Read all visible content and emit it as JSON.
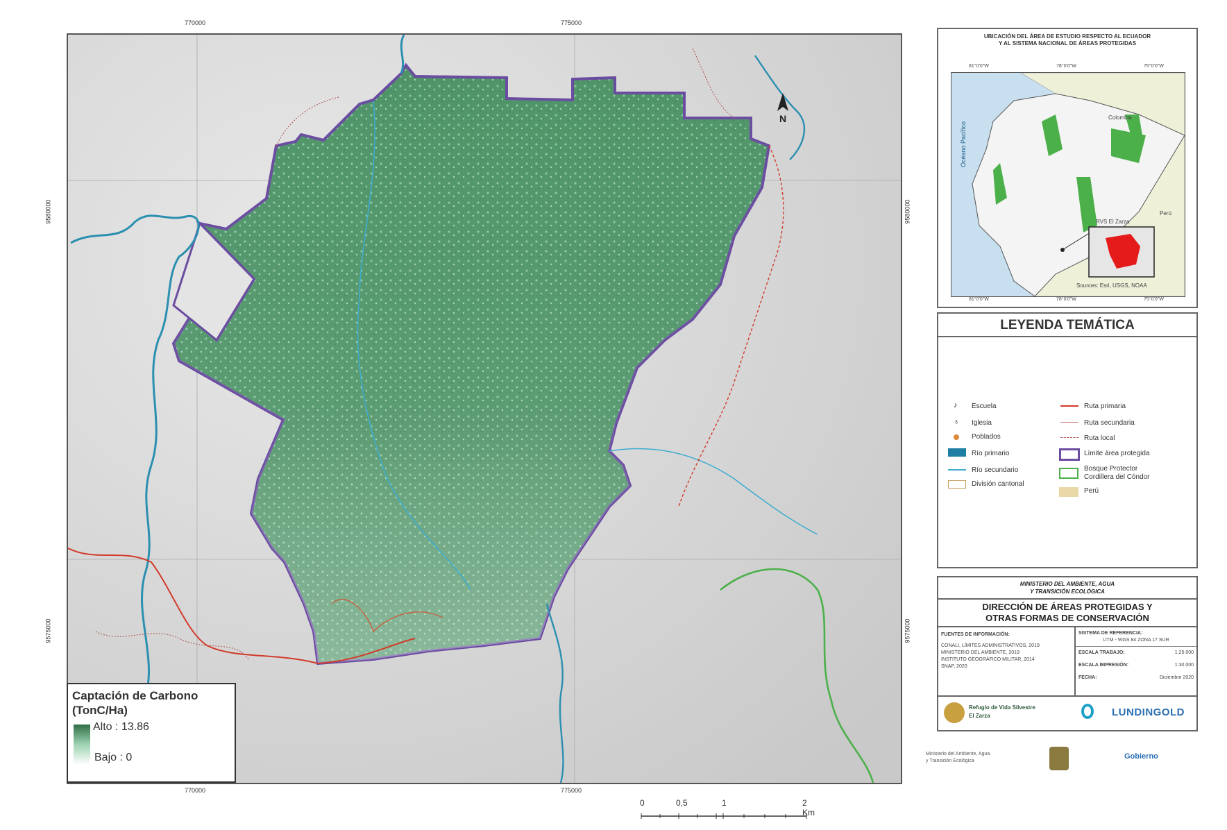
{
  "map": {
    "coord_labels": {
      "top_left": "770000",
      "top_right": "775000",
      "bottom_left": "770000",
      "bottom_right": "775000",
      "left_upper": "9580000",
      "left_lower": "9575000",
      "right_upper": "9580000",
      "right_lower": "9575000"
    },
    "colors": {
      "forest": "#4f9468",
      "boundary": "#6a4ca0",
      "primary_river": "#2b8fb0",
      "secondary_river": "#3eaccf",
      "primary_route": "#d23a2a",
      "protector_forest": "#4cb04a",
      "hillshade": "#dcdcdc"
    }
  },
  "carbon_legend": {
    "title": "Captación de Carbono\n(TonC/Ha)",
    "high": "Alto : 13.86",
    "low": "Bajo : 0"
  },
  "scale_bar": {
    "labels": [
      "0",
      "0,5",
      "1",
      "2 Km"
    ]
  },
  "inset": {
    "title": "UBICACIÓN DEL ÁREA DE ESTUDIO RESPECTO AL ECUADOR\nY AL SISTEMA NACIONAL DE ÁREAS PROTEGIDAS",
    "top_ticks": [
      "81°0'0\"W",
      "78°0'0\"W",
      "75°0'0\"W"
    ],
    "bottom_ticks": [
      "81°0'0\"W",
      "78°0'0\"W",
      "75°0'0\"W"
    ],
    "labels": {
      "ocean": "Océano Pacífico",
      "colombia": "Colombia",
      "peru": "Perú",
      "site": "RVS El Zarza",
      "source": "Sources: Esri, USGS, NOAA"
    }
  },
  "legend": {
    "title": "LEYENDA TEMÁTICA",
    "left_items": [
      "Escuela",
      "Iglesia",
      "Poblados",
      "Río primario",
      "Río secundario",
      "División cantonal"
    ],
    "right_items": [
      "Ruta primaria",
      "Ruta secundaria",
      "Ruta local",
      "Límite área protegida",
      "Bosque Protector\nCordillera del Cóndor",
      "Perú"
    ]
  },
  "info": {
    "ministry": "MINISTERIO DEL AMBIENTE, AGUA\nY TRANSICIÓN ECOLÓGICA",
    "direction": "DIRECCIÓN DE ÁREAS PROTEGIDAS Y\nOTRAS FORMAS DE CONSERVACIÓN",
    "sources_title": "FUENTES DE INFORMACIÓN:",
    "sources_text": "CONALI, LÍMITES ADMINISTRATIVOS, 2019\nMINISTERIO DEL AMBIENTE, 2019\nINSTITUTO GEOGRÁFICO MILITAR, 2014\nSNAP, 2020",
    "ref_title": "SISTEMA DE REFERENCIA:",
    "ref_value": "UTM - WGS 84 ZONA 17 SUR",
    "work_scale_label": "ESCALA TRABAJO:",
    "work_scale_value": "1:25.000",
    "print_scale_label": "ESCALA IMPRESIÓN:",
    "print_scale_value": "1:30.000",
    "date_label": "FECHA:",
    "date_value": "Diciembre 2020",
    "logo_refuge": "Refugio de Vida Silvestre\nEl Zarza",
    "logo_lundin": "LUNDINGOLD"
  },
  "footer": {
    "ministry_text": "Ministerio del Ambiente, Agua\ny Transición Ecológica",
    "gobierno": "Gobierno"
  }
}
